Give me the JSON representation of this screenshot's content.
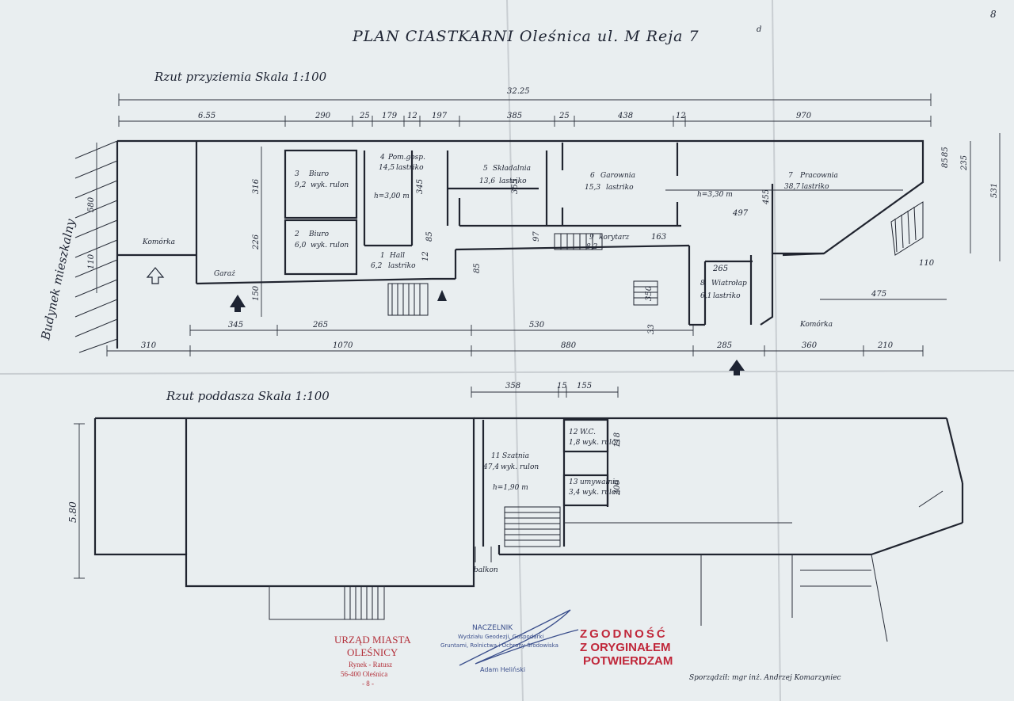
{
  "title": "PLAN CIASTKARNI   Oleśnica   ul. M Reja 7",
  "title_suffix": "d",
  "corner_mark": "8",
  "sections": {
    "ground": "Rzut przyziemia Skala 1:100",
    "attic": "Rzut poddasza Skala 1:100"
  },
  "neighbor_building": "Budynek mieszkalny",
  "dims_top": {
    "total": "32.25",
    "d1": "6.55",
    "d2": "290",
    "d3": "25",
    "d4": "179",
    "d5": "12",
    "d6": "197",
    "d7": "385",
    "d8": "25",
    "d9": "438",
    "d10": "12",
    "d11": "970"
  },
  "dims_bottom": {
    "b1": "310",
    "b2": "1070",
    "b3": "880",
    "b4": "285",
    "b5": "360",
    "b6": "210",
    "c1": "345",
    "c2": "265",
    "c3": "530"
  },
  "dims_vertical": {
    "v1": "580",
    "v2": "110",
    "v3": "316",
    "v4": "226",
    "v5": "150",
    "v6": "345",
    "v7": "355",
    "v8": "455",
    "v9": "235",
    "v10": "531",
    "v11": "85",
    "v12": "85",
    "v13": "110",
    "v14": "475"
  },
  "rooms": [
    {
      "no": "3",
      "name": "Biuro",
      "area": "9,2",
      "floor": "wyk. rulon"
    },
    {
      "no": "2",
      "name": "Biuro",
      "area": "6,0",
      "floor": "wyk. rulon"
    },
    {
      "no": "4",
      "name": "Pom.gosp.",
      "area": "14,5",
      "floor": "lastriko"
    },
    {
      "no": "5",
      "name": "Składalnia",
      "area": "13,6",
      "floor": "lastriko"
    },
    {
      "no": "6",
      "name": "Garownia",
      "area": "15,3",
      "floor": "lastriko"
    },
    {
      "no": "7",
      "name": "Pracownia",
      "area": "38,7",
      "floor": "lastriko"
    },
    {
      "no": "1",
      "name": "Hall",
      "area": "6,2",
      "floor": "lastriko"
    },
    {
      "no": "9",
      "name": "korytarz",
      "area": "8,2",
      "floor": ""
    },
    {
      "no": "8",
      "name": "Wiatrołap",
      "area": "6,1",
      "floor": "lastriko"
    }
  ],
  "labels": {
    "komorka_left": "Komórka",
    "garaz": "Garaż",
    "komorka_right": "Komórka",
    "height_ground_1": "h=3,00 m",
    "height_ground_2": "h=3,30 m",
    "d_497": "497",
    "d_163": "163",
    "d_265": "265",
    "d_97": "97",
    "d_85a": "85",
    "d_85b": "85",
    "d_12": "12",
    "d_350": "350",
    "d_33": "33"
  },
  "attic": {
    "dims": {
      "a1": "358",
      "a2": "15",
      "a3": "155",
      "a4": "5.80",
      "a5": "118",
      "a6": "200"
    },
    "rooms": [
      {
        "no": "11",
        "name": "Szatnia",
        "area": "47,4",
        "floor": "wyk. rulon"
      },
      {
        "no": "12",
        "name": "W.C.",
        "area": "1,8",
        "floor": "wyk. rulon"
      },
      {
        "no": "13",
        "name": "umywalnia",
        "area": "3,4",
        "floor": "wyk. rulon"
      }
    ],
    "height": "h=1,90 m",
    "balkon": "balkon"
  },
  "stamps": {
    "office": [
      "URZĄD MIASTA",
      "OLEŚNICY",
      "Rynek - Ratusz",
      "56-400 Oleśnica",
      "- 8 -"
    ],
    "chief": [
      "NACZELNIK",
      "Wydziału Geodezji, Gospodarki",
      "Gruntami, Rolnictwa i Ochrony Środowiska",
      "Adam Heliński"
    ],
    "certify": [
      "ZGODNOŚĆ",
      "Z ORYGINAŁEM",
      "POTWIERDZAM"
    ],
    "author": "Sporządził: mgr inż. Andrzej Komarzyniec"
  },
  "colors": {
    "paper": "#e9eef0",
    "ink": "#20242f",
    "stamp_red": "#c0273a",
    "stamp_blue": "#3b4f8c"
  }
}
